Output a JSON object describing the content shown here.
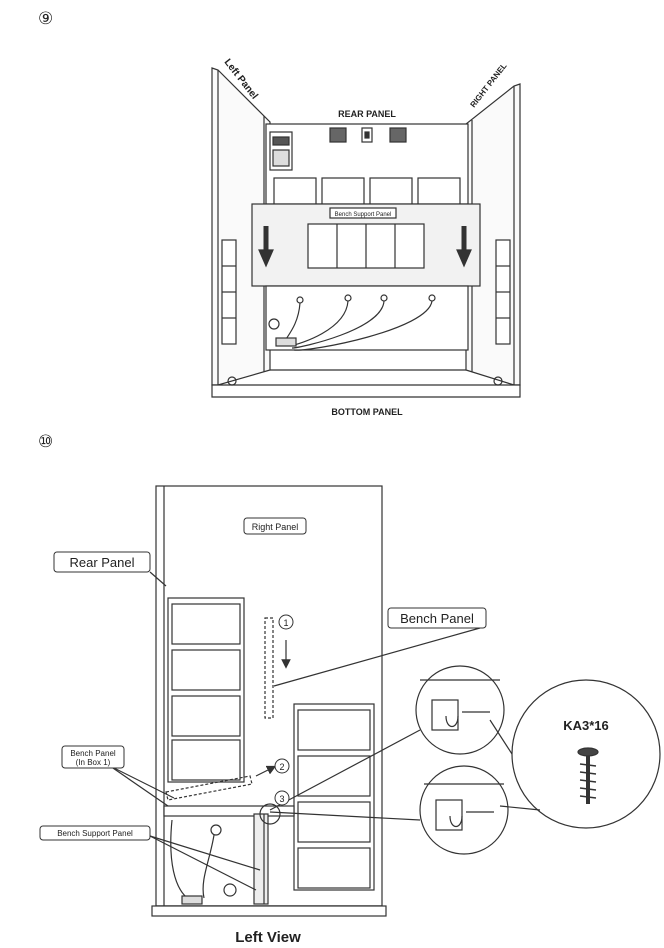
{
  "steps": {
    "step9": "⑨",
    "step10": "⑩"
  },
  "diagram9": {
    "left_panel": "Left Panel",
    "right_panel": "RIGHT PANEL",
    "rear_panel": "REAR PANEL",
    "bench_support": "Bench Support Panel",
    "bottom_panel": "BOTTOM PANEL"
  },
  "diagram10": {
    "right_panel": "Right Panel",
    "rear_panel": "Rear Panel",
    "bench_panel": "Bench Panel",
    "bench_panel_box_line1": "Bench Panel",
    "bench_panel_box_line2": "(In Box 1)",
    "bench_support": "Bench Support Panel",
    "screw_label": "KA3*16",
    "view_label": "Left View",
    "num1": "1",
    "num2": "2",
    "num3": "3"
  }
}
